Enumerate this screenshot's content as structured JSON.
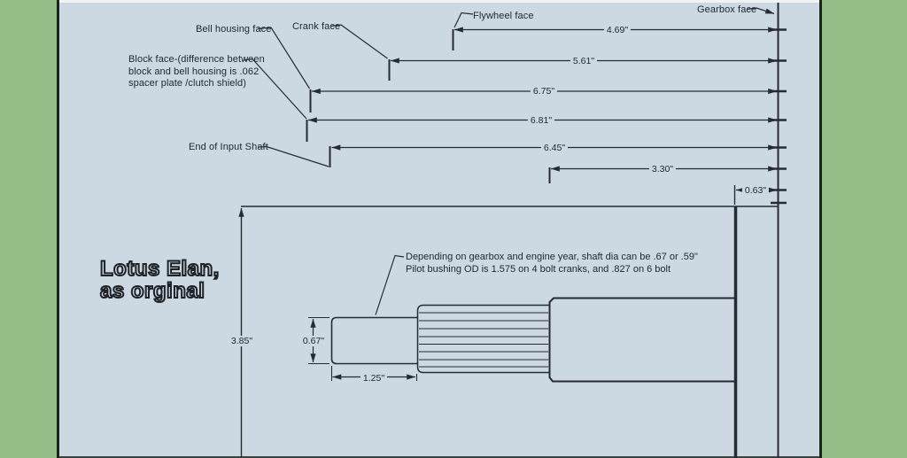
{
  "title": {
    "text": "Lotus Elan,\nas orginal"
  },
  "labels": {
    "flywheel_face": "Flywheel face",
    "crank_face": "Crank face",
    "bell_housing_face": "Bell housing face",
    "gearbox_face": "Gearbox face",
    "block_face_note": "Block face-(difference  between\nblock and bell housing is .062\nspacer plate /clutch shield)",
    "end_of_input_shaft": "End of Input Shaft",
    "shaft_note_line1": "Depending on gearbox and engine year, shaft dia can be .67 or .59\"",
    "shaft_note_line2": "Pilot bushing OD is 1.575 on 4 bolt cranks, and .827 on 6 bolt"
  },
  "dimensions": {
    "flywheel_to_gearbox": "4.69\"",
    "crank_to_gearbox": "5.61\"",
    "bell_housing_to_gearbox": "6.75\"",
    "block_to_gearbox": "6.81\"",
    "input_shaft_to_gearbox": "6.45\"",
    "spigot_to_gearbox": "3.30\"",
    "shaft_end_to_gearbox": "0.63\"",
    "overall_height": "3.85\"",
    "pilot_diameter": "0.67\"",
    "pilot_length": "1.25\""
  },
  "colors": {
    "border_green": "#93bd86",
    "panel_blue": "#ccd9e3",
    "line_dark": "#262b33"
  }
}
